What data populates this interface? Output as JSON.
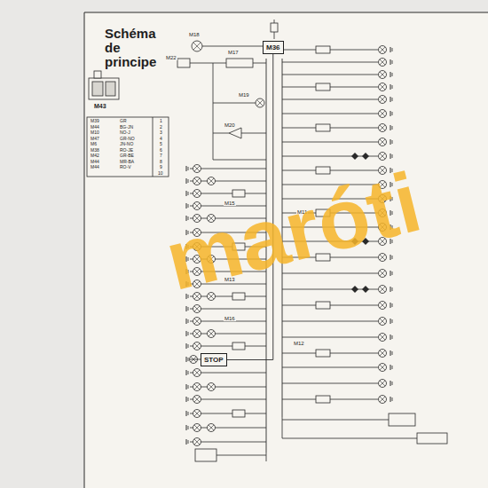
{
  "diagram": {
    "title": "Schéma de principe",
    "nodes": [
      {
        "text": [
          "M36"
        ]
      },
      {
        "text": [
          "STOP"
        ]
      }
    ],
    "edges": [
      {
        "from": 0,
        "to": 1,
        "arrow": "none"
      }
    ],
    "labels": [
      "M43",
      "M39",
      "GR",
      "1",
      "M44",
      "BG-JN",
      "2",
      "M10",
      "NO-J",
      "3",
      "M47",
      "GR-NO",
      "4",
      "M6",
      "JN-NO",
      "5",
      "M38",
      "RO-JE",
      "6",
      "M42",
      "GR-BE",
      "7",
      "M44",
      "MR-BA",
      "8",
      "M44",
      "RO-V",
      "9",
      "10",
      "M18",
      "M22",
      "M17",
      "M19",
      "M20",
      "M15",
      "M13",
      "M16",
      "M12",
      "M11",
      "maróti"
    ]
  }
}
